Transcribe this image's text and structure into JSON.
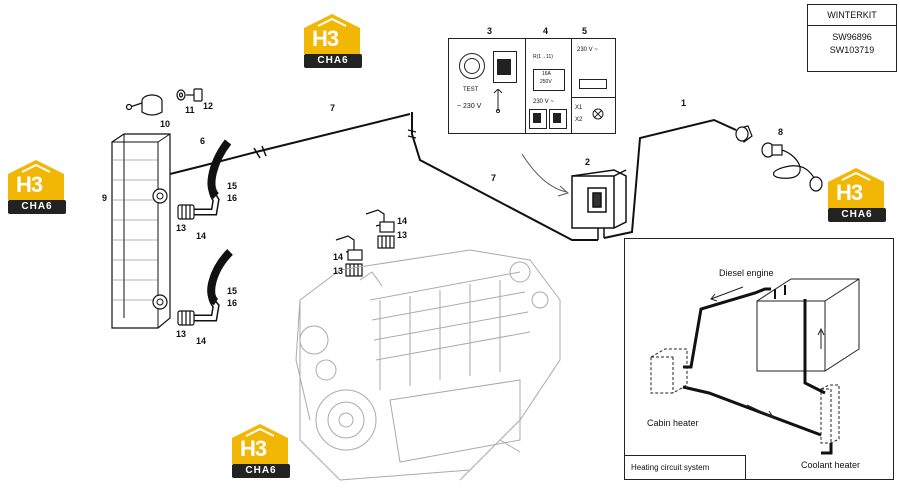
{
  "kit": {
    "title": "WINTERKIT",
    "numbers": [
      "SW96896",
      "SW103719"
    ]
  },
  "logo": {
    "text_main": "H3",
    "text_bar": "CHA6",
    "color_yellow": "#f2b705",
    "color_dark": "#222222"
  },
  "callouts": {
    "c1": "1",
    "c2": "2",
    "c3": "3",
    "c4": "4",
    "c5": "5",
    "c6": "6",
    "c7a": "7",
    "c7b": "7",
    "c8": "8",
    "c9": "9",
    "c10": "10",
    "c11": "11",
    "c12": "12",
    "c13a": "13",
    "c13b": "13",
    "c13c": "13",
    "c13d": "13",
    "c14a": "14",
    "c14b": "14",
    "c14c": "14",
    "c14d": "14",
    "c15a": "15",
    "c15b": "15",
    "c16a": "16",
    "c16b": "16"
  },
  "panel": {
    "test_label": "TEST",
    "v230_left": "~ 230 V",
    "relay_label": "R(1→11)",
    "fuse_a": "16A",
    "fuse_v": "250V",
    "v230_mid": "230 V ~",
    "v230_right": "230 V ~",
    "x1": "X1",
    "x2": "X2"
  },
  "inset": {
    "diesel_engine": "Diesel engine",
    "cabin_heater": "Cabin heater",
    "coolant_heater": "Coolant heater",
    "caption": "Heating circuit system"
  }
}
